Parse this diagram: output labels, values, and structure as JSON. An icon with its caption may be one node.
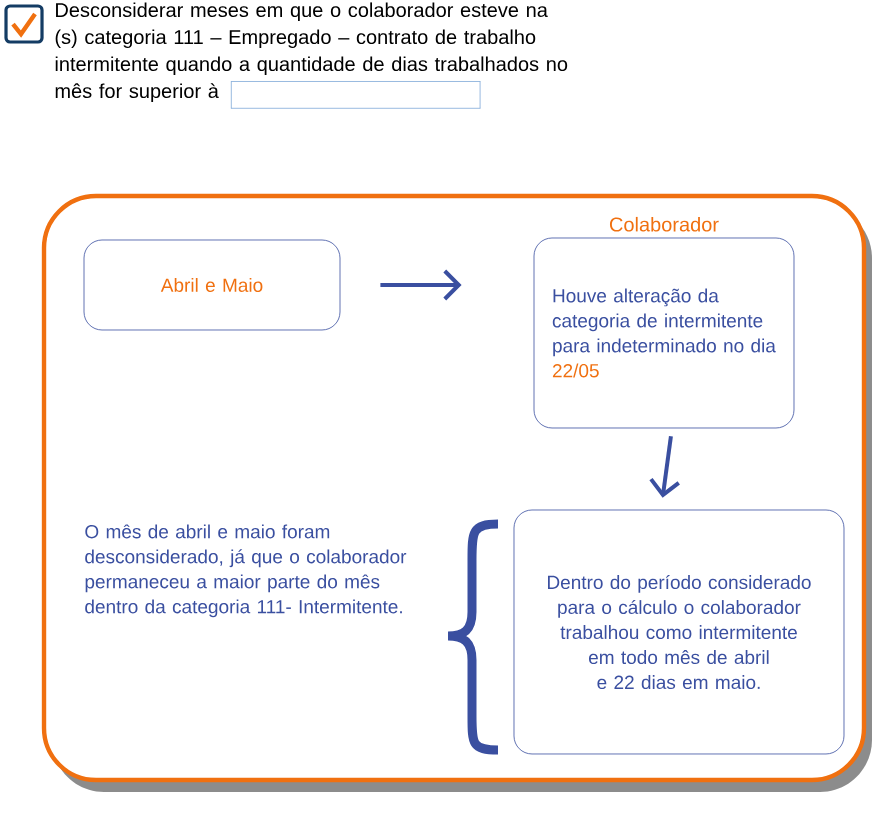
{
  "diagram": {
    "nodes": [
      {
        "text": [],
        "shape": "box"
      },
      {
        "text": [
          "Abril e Maio"
        ],
        "in": 0
      },
      {
        "text": [
          "Colaborador",
          "Houve alteração da categoria de intermitente para indeterminado no dia",
          "22/05"
        ],
        "in": 0
      },
      {
        "text": [
          "Dentro do período considerado para o cálculo o colaborador trabalhou como intermitente em todo mês de abril e 22 dias em maio."
        ],
        "in": 0
      }
    ],
    "edges": [
      {
        "from": 1,
        "to": 2,
        "arrow": "to"
      },
      {
        "from": 2,
        "to": 3,
        "arrow": "to"
      }
    ],
    "labels": [
      "Desconsiderar meses em que o colaborador esteve na (s) categoria 111 – Empregado – contrato de trabalho intermitente quando a quantidade de dias trabalhados no mês for superior à",
      "O mês de abril e maio foram desconsiderado, já que o colaborador permaneceu a maior parte do mês dentro da categoria 111- Intermitente."
    ]
  }
}
